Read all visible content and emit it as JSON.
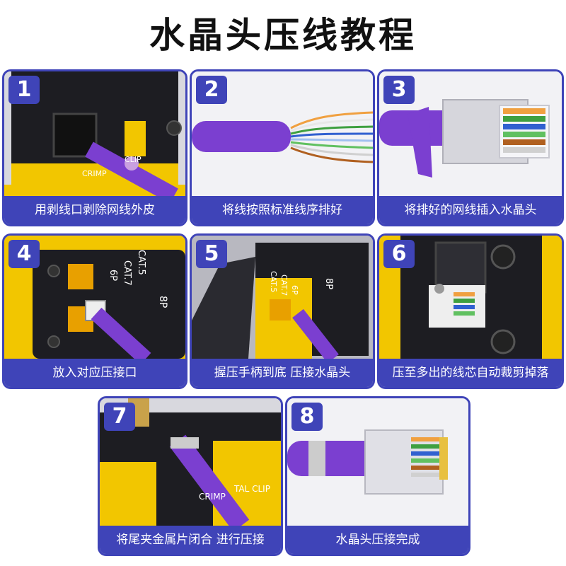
{
  "title": "水晶头压线教程",
  "colors": {
    "accent": "#3f44b8",
    "cable": "#7b3fd0",
    "tool_yellow": "#f2c600",
    "tool_black": "#1d1d22"
  },
  "steps": [
    {
      "number": "1",
      "caption": "用剥线口剥除网线外皮",
      "photo_text": [
        "CRIMP",
        "CLIP"
      ]
    },
    {
      "number": "2",
      "caption": "将线按照标准线序排好",
      "photo_text": []
    },
    {
      "number": "3",
      "caption": "将排好的网线插入水晶头",
      "photo_text": []
    },
    {
      "number": "4",
      "caption": "放入对应压接口",
      "photo_text": [
        "6P",
        "CAT.7",
        "CAT.5",
        "8P"
      ]
    },
    {
      "number": "5",
      "caption": "握压手柄到底 压接水晶头",
      "photo_text": [
        "CAT.5",
        "CAT.7",
        "6P",
        "8P"
      ]
    },
    {
      "number": "6",
      "caption": "压至多出的线芯自动裁剪掉落",
      "photo_text": []
    },
    {
      "number": "7",
      "caption": "将尾夹金属片闭合 进行压接",
      "photo_text": [
        "CRIMP",
        "TAL CLIP"
      ]
    },
    {
      "number": "8",
      "caption": "水晶头压接完成",
      "photo_text": []
    }
  ]
}
